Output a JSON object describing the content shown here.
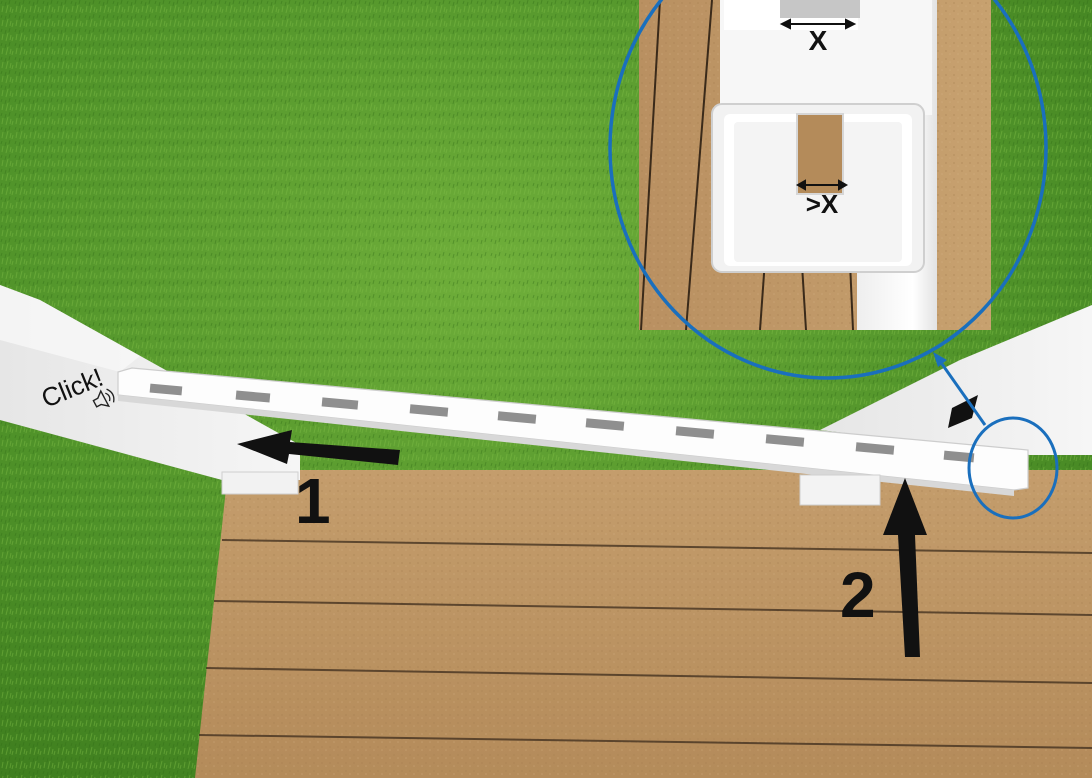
{
  "main_view": {
    "click_label": "Click!",
    "step_labels": [
      "1",
      "2"
    ],
    "sound_icon": "speaker-icon",
    "accent_color": "#1a6fbd"
  },
  "inset": {
    "top_gap_label": "X",
    "bottom_gap_label": ">X"
  }
}
